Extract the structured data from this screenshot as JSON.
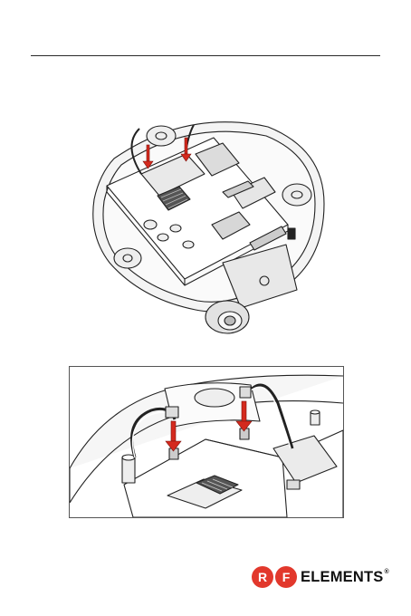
{
  "brand": {
    "badge_left": "R",
    "badge_right": "F",
    "name": "ELEMENTS",
    "registered": "®",
    "accent_color": "#e2382c"
  },
  "figures": {
    "overview": {
      "icon": "device-interior-overview-illustration"
    },
    "detail": {
      "icon": "antenna-connector-detail-illustration"
    }
  },
  "arrow_color": "#d42a1e"
}
